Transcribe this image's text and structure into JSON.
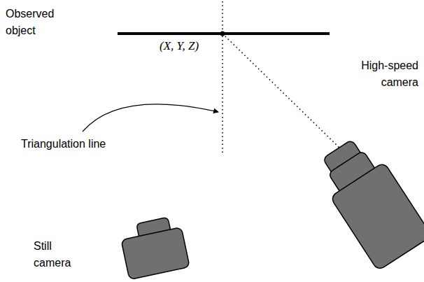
{
  "diagram": {
    "labels": [
      "Observed object",
      "(X, Y, Z)",
      "Triangulation line",
      "High-speed camera",
      "Still camera"
    ]
  }
}
